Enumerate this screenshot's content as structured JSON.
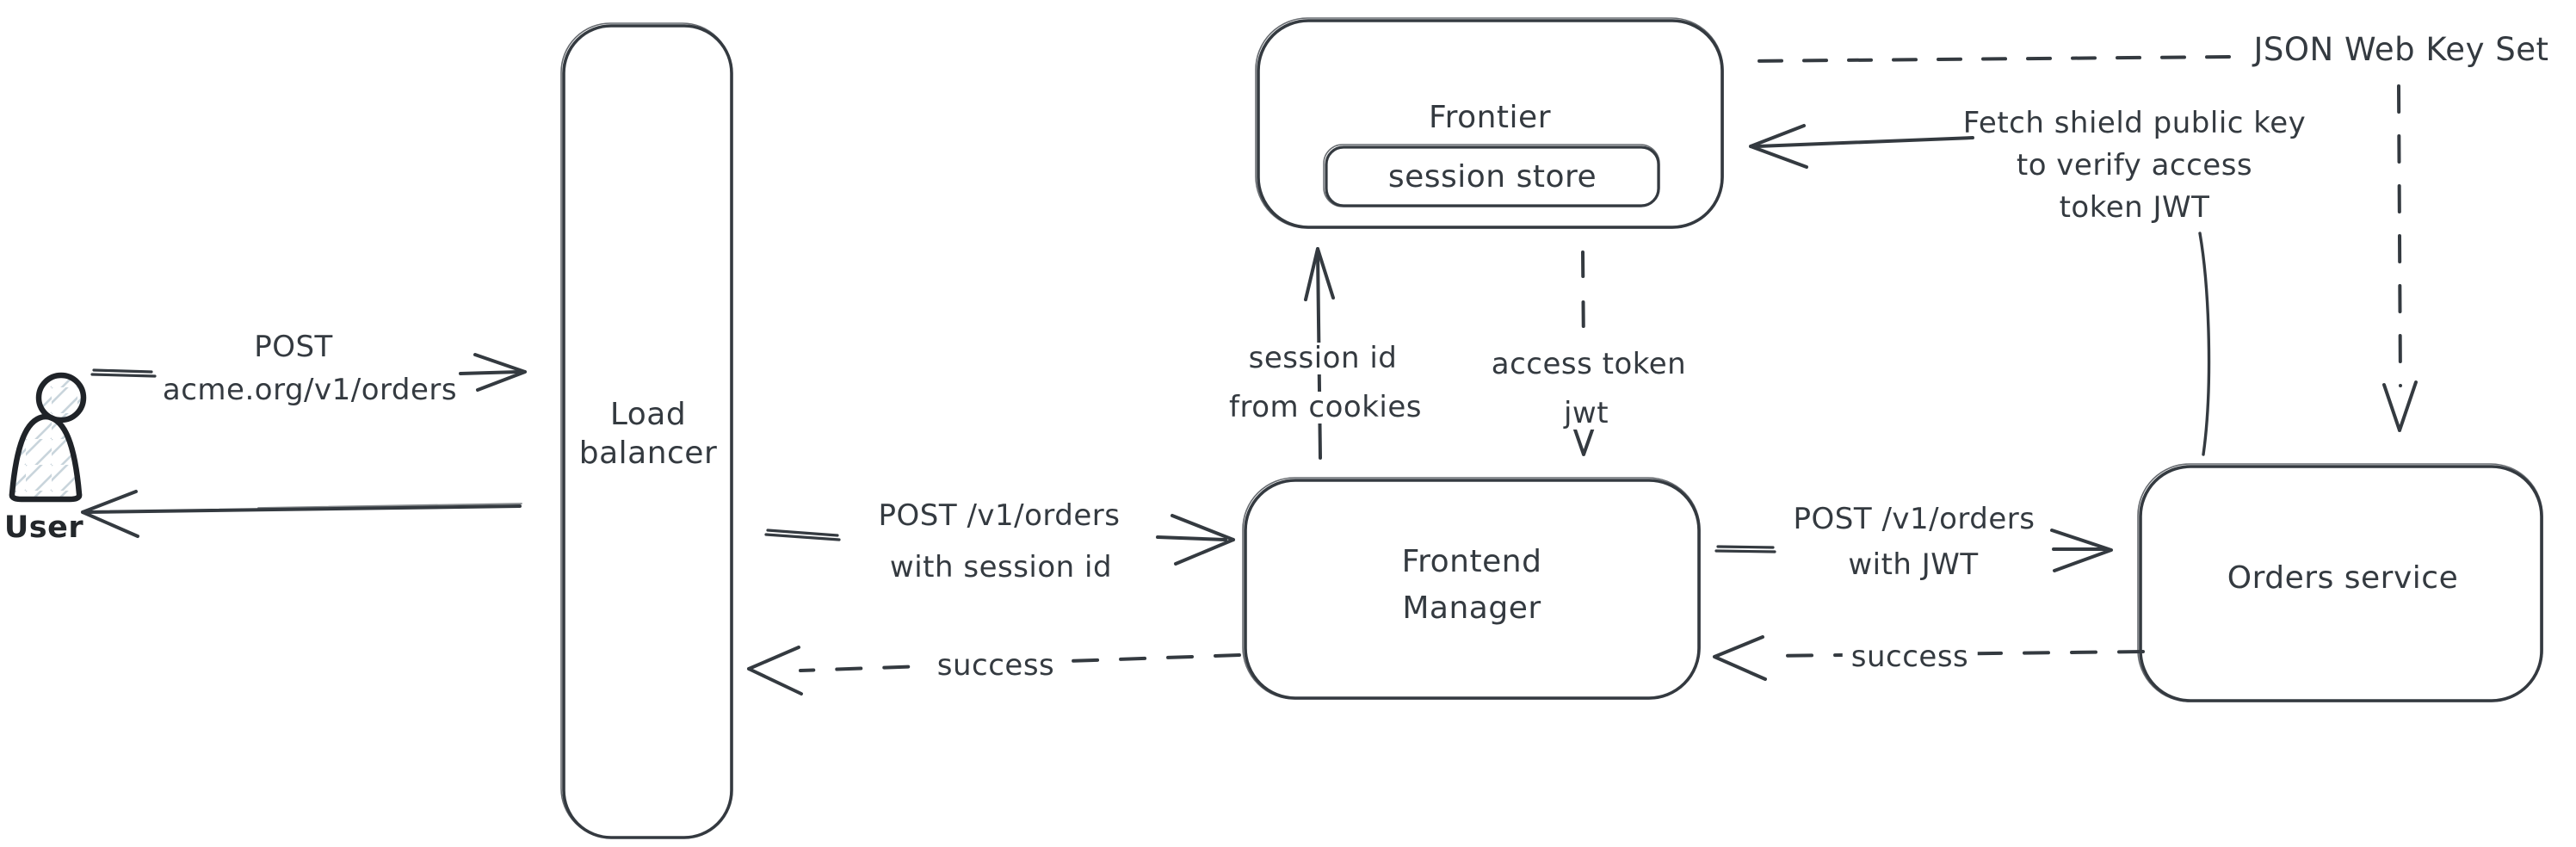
{
  "colors": {
    "ink": "#343a40",
    "user_ink": "#1f2328",
    "hatch_fill": "#c9d5dc",
    "background": "#ffffff"
  },
  "nodes": {
    "user": {
      "label": "User"
    },
    "load_balancer": {
      "lines": [
        "Load",
        "balancer"
      ]
    },
    "frontier": {
      "label": "Frontier"
    },
    "session_store": {
      "label": "session store"
    },
    "frontend_manager": {
      "lines": [
        "Frontend",
        "Manager"
      ]
    },
    "orders_service": {
      "label": "Orders service"
    }
  },
  "edges": {
    "user_to_lb": {
      "style": "solid",
      "lines": [
        "POST",
        "acme.org/v1/orders"
      ]
    },
    "lb_to_user": {
      "style": "solid"
    },
    "lb_to_fm": {
      "style": "solid",
      "lines": [
        "POST /v1/orders",
        "with session id"
      ]
    },
    "fm_to_lb_success": {
      "style": "dashed",
      "label": "success"
    },
    "fm_to_frontier": {
      "style": "solid",
      "lines": [
        "session id",
        "from cookies"
      ]
    },
    "frontier_to_fm": {
      "style": "dashed",
      "lines": [
        "access token",
        "jwt"
      ]
    },
    "fm_to_orders": {
      "style": "solid",
      "lines": [
        "POST /v1/orders",
        "with JWT"
      ]
    },
    "orders_to_fm_success": {
      "style": "dashed",
      "label": "success"
    },
    "jwks": {
      "style": "dashed",
      "label": "JSON Web Key Set"
    },
    "orders_to_frontier": {
      "style": "solid",
      "lines": [
        "Fetch shield public key",
        "to verify access",
        "token JWT"
      ]
    }
  }
}
